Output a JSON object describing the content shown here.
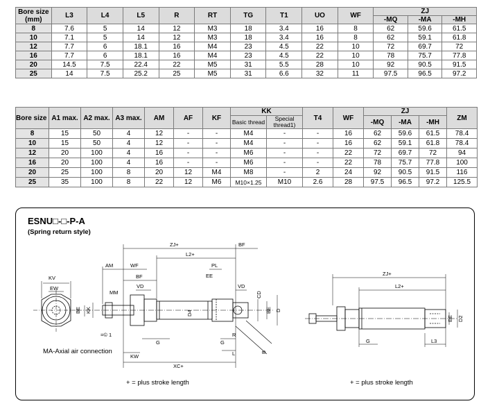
{
  "table1": {
    "header_bore": "Bore size (mm)",
    "columns": [
      "L3",
      "L4",
      "L5",
      "R",
      "RT",
      "TG",
      "T1",
      "UO",
      "WF"
    ],
    "zj_label": "ZJ",
    "zj_sub": [
      "-MQ",
      "-MA",
      "-MH"
    ],
    "rows": [
      [
        "8",
        "7.6",
        "5",
        "14",
        "12",
        "M3",
        "18",
        "3.4",
        "16",
        "8",
        "62",
        "59.6",
        "61.5"
      ],
      [
        "10",
        "7.1",
        "5",
        "14",
        "12",
        "M3",
        "18",
        "3.4",
        "16",
        "8",
        "62",
        "59.1",
        "61.8"
      ],
      [
        "12",
        "7.7",
        "6",
        "18.1",
        "16",
        "M4",
        "23",
        "4.5",
        "22",
        "10",
        "72",
        "69.7",
        "72"
      ],
      [
        "16",
        "7.7",
        "6",
        "18.1",
        "16",
        "M4",
        "23",
        "4.5",
        "22",
        "10",
        "78",
        "75.7",
        "77.8"
      ],
      [
        "20",
        "14.5",
        "7.5",
        "22.4",
        "22",
        "M5",
        "31",
        "5.5",
        "28",
        "10",
        "92",
        "90.5",
        "91.5"
      ],
      [
        "25",
        "14",
        "7.5",
        "25.2",
        "25",
        "M5",
        "31",
        "6.6",
        "32",
        "11",
        "97.5",
        "96.5",
        "97.2"
      ]
    ]
  },
  "table2": {
    "header_bore": "Bore size (mm)",
    "a1": "A1 max.",
    "a2": "A2 max.",
    "a3": "A3 max.",
    "am": "AM",
    "af": "AF",
    "kf": "KF",
    "kk": "KK",
    "kk_sub": [
      "Basic thread",
      "Special thread1)"
    ],
    "t4": "T4",
    "wf": "WF",
    "zj": "ZJ",
    "zj_sub": [
      "-MQ",
      "-MA",
      "-MH"
    ],
    "zm": "ZM",
    "rows": [
      [
        "8",
        "15",
        "50",
        "4",
        "12",
        "-",
        "-",
        "M4",
        "-",
        "-",
        "16",
        "62",
        "59.6",
        "61.5",
        "78.4"
      ],
      [
        "10",
        "15",
        "50",
        "4",
        "12",
        "-",
        "-",
        "M4",
        "-",
        "-",
        "16",
        "62",
        "59.1",
        "61.8",
        "78.4"
      ],
      [
        "12",
        "20",
        "100",
        "4",
        "16",
        "-",
        "-",
        "M6",
        "-",
        "-",
        "22",
        "72",
        "69.7",
        "72",
        "94"
      ],
      [
        "16",
        "20",
        "100",
        "4",
        "16",
        "-",
        "-",
        "M6",
        "-",
        "-",
        "22",
        "78",
        "75.7",
        "77.8",
        "100"
      ],
      [
        "20",
        "25",
        "100",
        "8",
        "20",
        "12",
        "M4",
        "M8",
        "-",
        "2",
        "24",
        "92",
        "90.5",
        "91.5",
        "116"
      ],
      [
        "25",
        "35",
        "100",
        "8",
        "22",
        "12",
        "M6",
        "M10×1.25",
        "M10",
        "2.6",
        "28",
        "97.5",
        "96.5",
        "97.2",
        "125.5"
      ]
    ]
  },
  "drawing": {
    "model": "ESNU□-□-P-A",
    "style": "(Spring return style)",
    "connection": "MA-Axial air connection",
    "note_left": "+ = plus stroke length",
    "note_right": "+ = plus stroke length",
    "dims_left": [
      "ZJ+",
      "BF",
      "L2+",
      "AM",
      "WF",
      "BF",
      "PL",
      "EE",
      "MM",
      "VD",
      "VD",
      "KV",
      "EW",
      "BE",
      "KK",
      "CD",
      "BE",
      "D",
      "D4",
      "=© 1",
      "G",
      "G",
      "R",
      "KW",
      "L",
      "XC+",
      "B"
    ],
    "dims_right": [
      "ZJ+",
      "L2+",
      "EE",
      "D2",
      "G",
      "L3"
    ]
  }
}
